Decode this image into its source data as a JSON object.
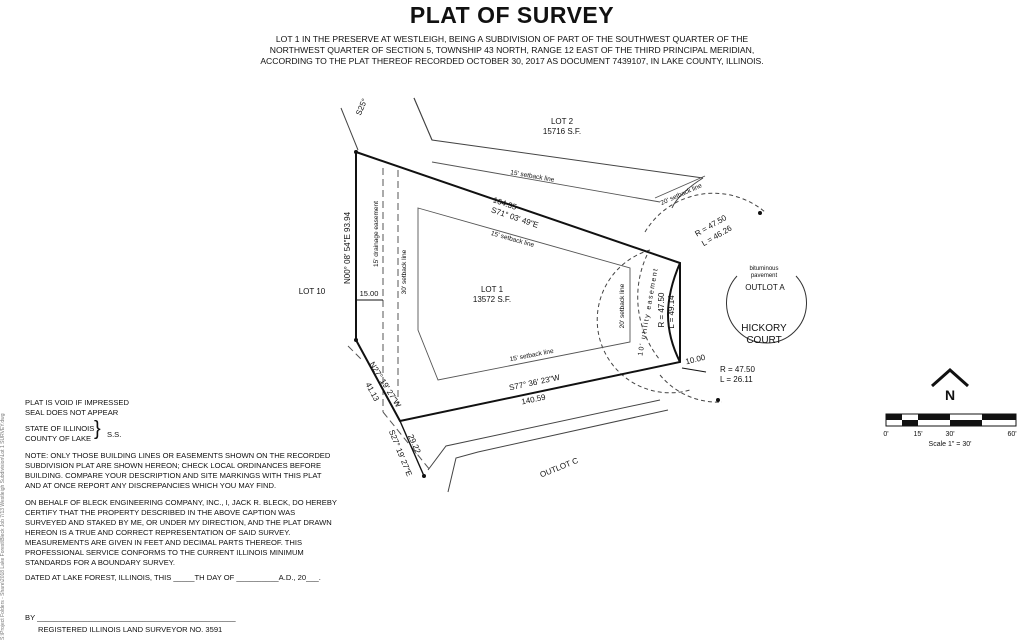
{
  "title": "PLAT OF SURVEY",
  "description": [
    "LOT 1 IN THE PRESERVE AT WESTLEIGH, BEING A SUBDIVISION OF PART OF THE SOUTHWEST QUARTER OF THE",
    "NORTHWEST QUARTER OF SECTION 5, TOWNSHIP 43 NORTH, RANGE 12 EAST OF THE THIRD PRINCIPAL MERIDIAN,",
    "ACCORDING TO THE PLAT THEREOF RECORDED OCTOBER 30, 2017 AS DOCUMENT 7439107, IN LAKE COUNTY, ILLINOIS."
  ],
  "plat": {
    "lot1_label": "LOT 1",
    "lot1_area": "13572 S.F.",
    "lot2_label": "LOT 2",
    "lot2_area": "15716 S.F.",
    "lot10_label": "LOT 10",
    "outlot_a": "OUTLOT A",
    "outlot_c": "OUTLOT C",
    "bituminous_1": "bituminous",
    "bituminous_2": "pavement",
    "street_1": "HICKORY",
    "street_2": "COURT",
    "north_length": "164.35",
    "north_bearing": "S71° 03' 49\"E",
    "south_length": "140.59",
    "south_bearing": "S77° 36' 23\"W",
    "west_bearing_length": "N00° 08' 54\"E  93.94",
    "sw_bearing": "N27° 19' 27\"W",
    "sw_length": "41.13",
    "s27_bearing": "S27° 19' 27\"E",
    "s27_length": "29.22",
    "s25": "S25°",
    "drainage_easement": "15' drainage easement",
    "west_dim": "15.00",
    "setback_30": "30' setback line",
    "setback_15_north": "15' setback line",
    "setback_15_inner": "15' setback line",
    "setback_15_south": "15' setback line",
    "setback_20_ne": "20' setback line",
    "setback_20_east": "20' setback line",
    "utility_easement": "10' utility easement",
    "dim_10": "10.00",
    "curve1_r": "R = 47.50",
    "curve1_l": "L = 46.26",
    "curve2_r": "R = 47.50",
    "curve2_l": "L = 49.14",
    "curve3_r": "R = 47.50",
    "curve3_l": "L = 26.11"
  },
  "north_arrow_label": "N",
  "scale": {
    "ticks": [
      "0'",
      "15'",
      "30'",
      "60'"
    ],
    "label": "Scale 1\" = 30'"
  },
  "notes": {
    "void_1": "PLAT IS VOID IF IMPRESSED",
    "void_2": "SEAL DOES NOT APPEAR",
    "state": "STATE OF ILLINOIS",
    "county": "COUNTY OF LAKE",
    "ss": "S.S.",
    "note_lines": [
      "NOTE: ONLY THOSE BUILDING LINES OR EASEMENTS SHOWN ON THE RECORDED",
      "SUBDIVISION PLAT ARE SHOWN HEREON;  CHECK LOCAL ORDINANCES BEFORE",
      "BUILDING.  COMPARE YOUR DESCRIPTION AND SITE MARKINGS WITH THIS PLAT",
      "AND AT ONCE REPORT ANY DISCREPANCIES WHICH YOU MAY FIND."
    ],
    "cert_lines": [
      "ON BEHALF OF BLECK ENGINEERING COMPANY, INC., I, JACK R. BLECK, DO HEREBY",
      "CERTIFY THAT THE PROPERTY DESCRIBED IN THE ABOVE CAPTION WAS",
      "SURVEYED AND STAKED BY ME, OR UNDER MY DIRECTION, AND THE PLAT DRAWN",
      "HEREON IS A TRUE AND CORRECT REPRESENTATION OF SAID SURVEY.",
      "MEASUREMENTS ARE GIVEN IN FEET AND DECIMAL PARTS THEREOF.  THIS",
      "PROFESSIONAL SERVICE CONFORMS TO THE CURRENT ILLINOIS MINIMUM",
      "STANDARDS FOR A BOUNDARY SURVEY."
    ],
    "dated": "DATED AT LAKE FOREST, ILLINOIS, THIS _____TH DAY OF __________A.D., 20___.",
    "by": "BY _______________________________________________",
    "registered": "REGISTERED ILLINOIS LAND SURVEYOR NO. 3591"
  },
  "side_text": "S:\\Project Folders - Share\\2018 Lake Forest\\Bleck Job 7/13 Westleigh Subdivision\\Lot 1 SURVEY.dwg"
}
